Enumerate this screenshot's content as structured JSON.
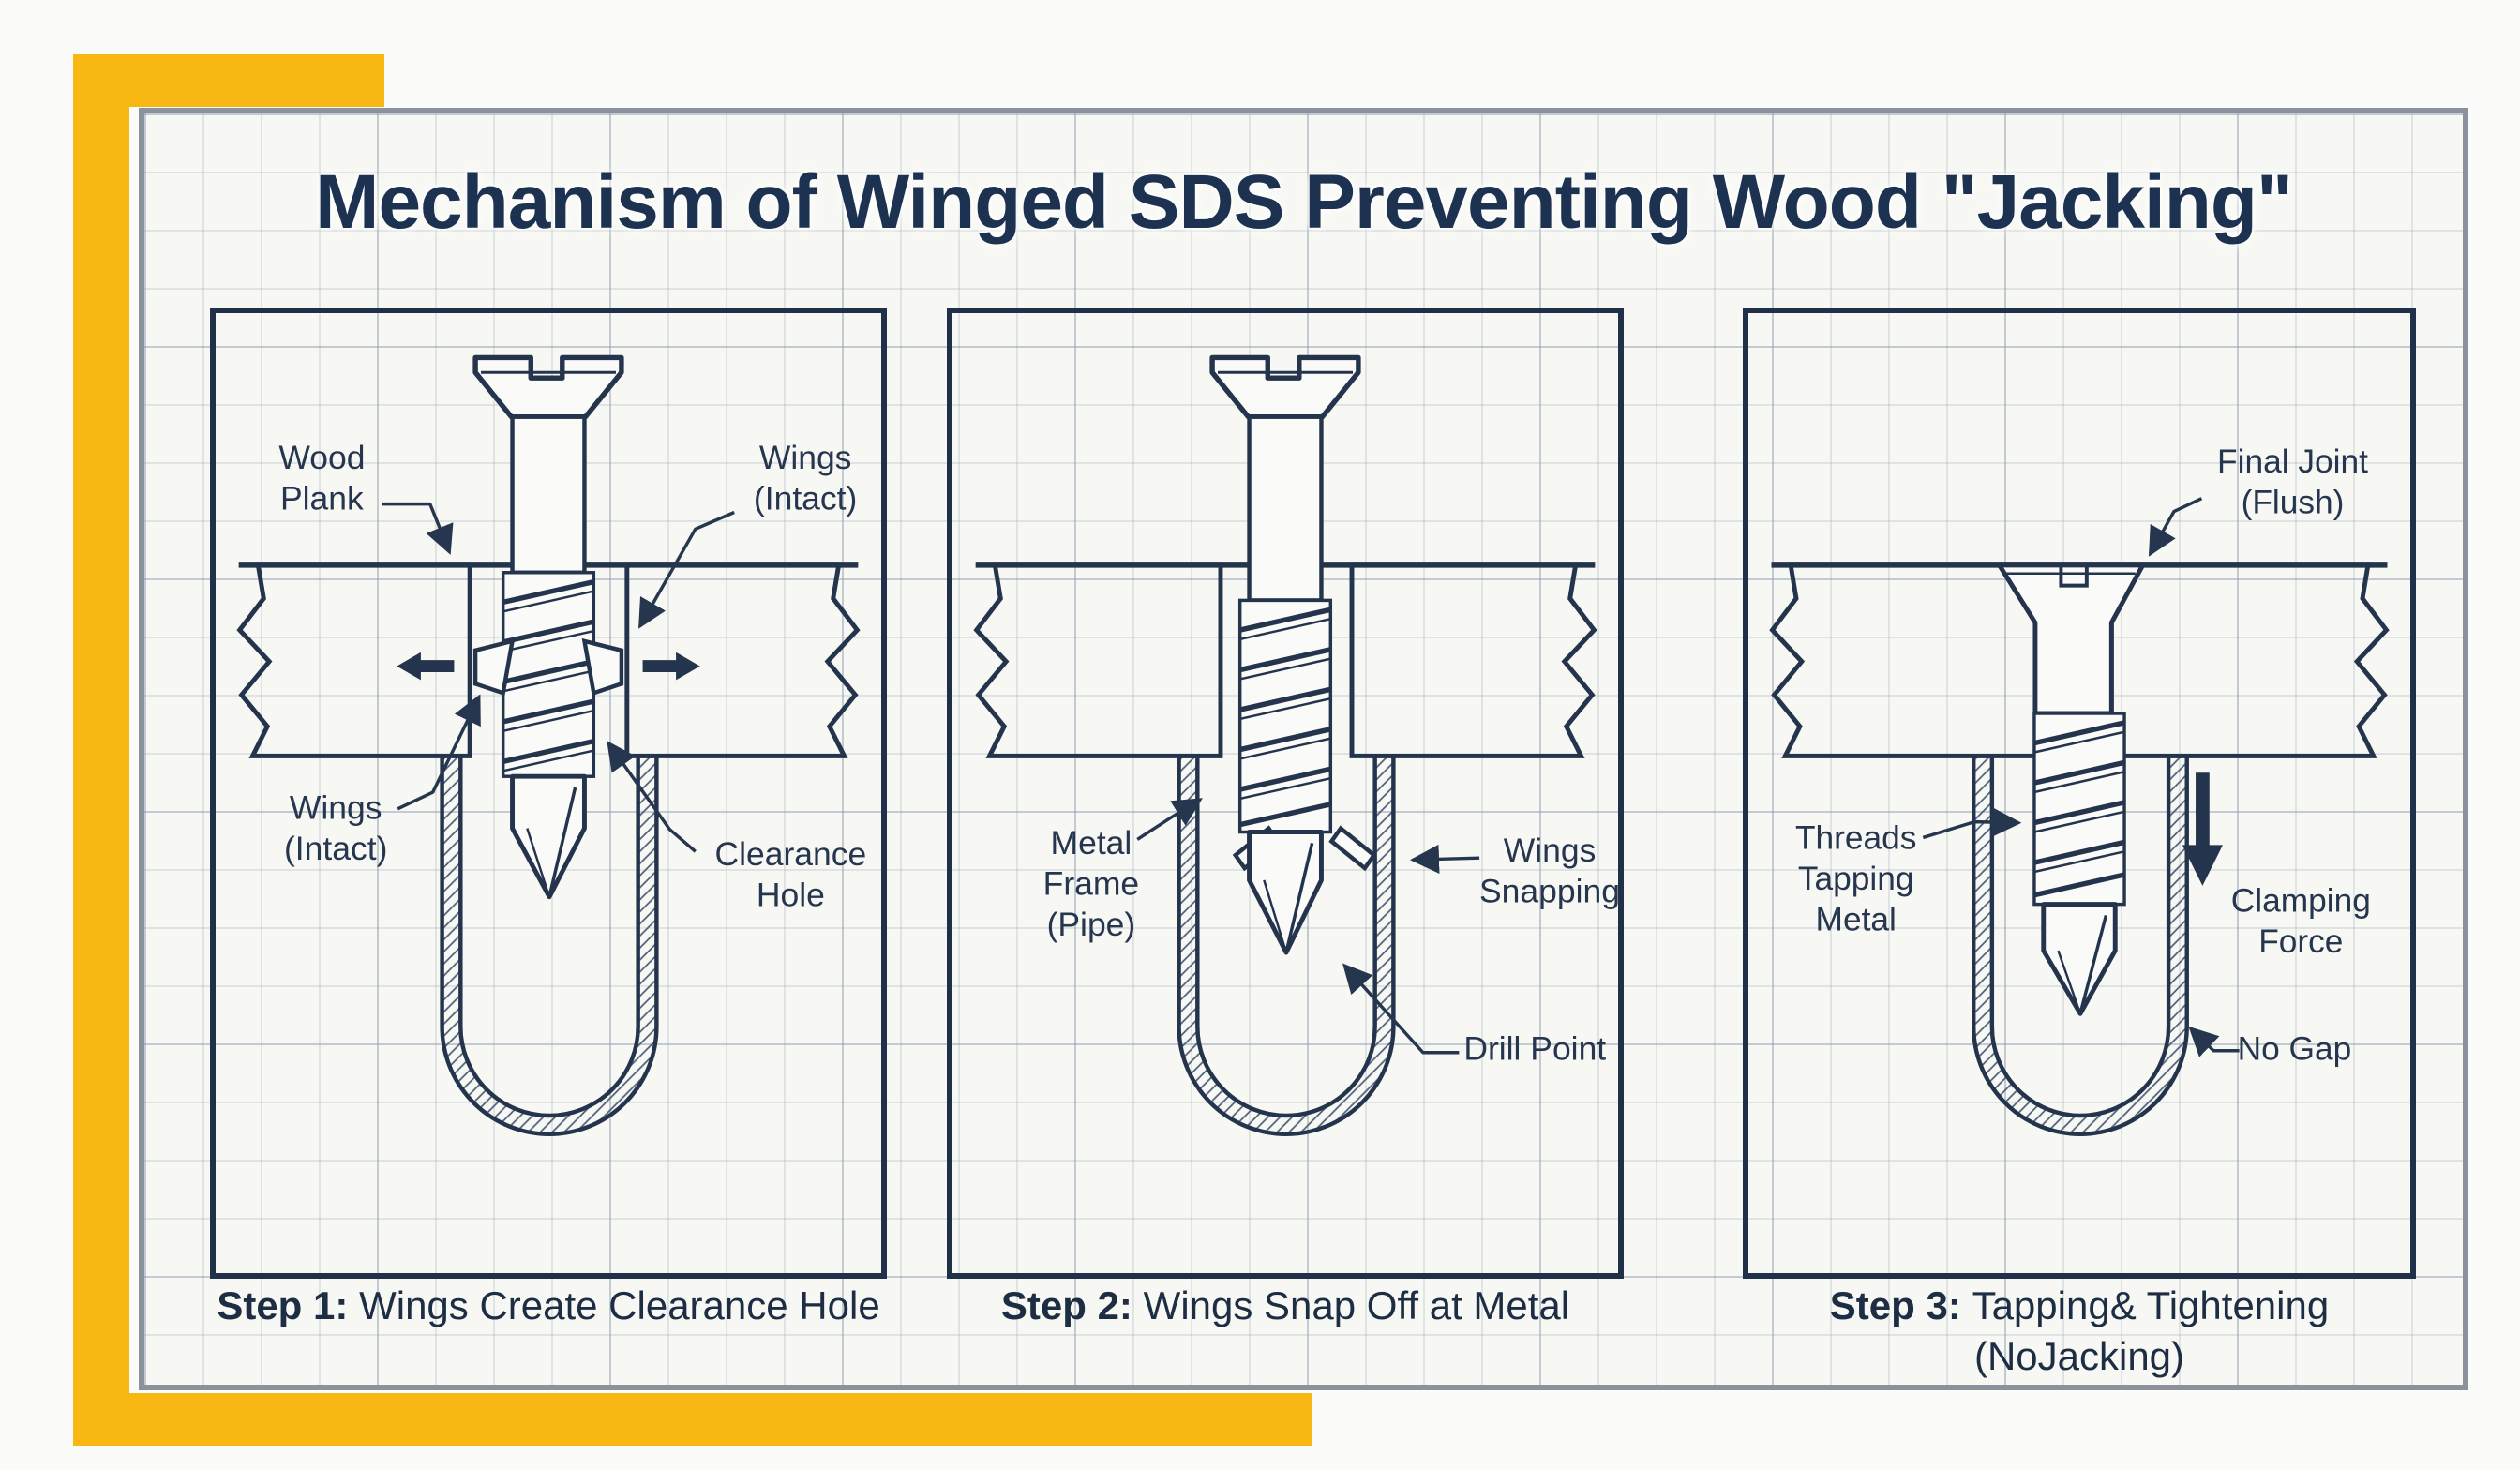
{
  "colors": {
    "accent_yellow": "#F8B712",
    "ink_navy": "#24344c",
    "title_navy": "#1d3150",
    "paper": "#f7f7f3",
    "grid_line": "#8491a8",
    "board_border_gray": "#8b929b"
  },
  "title": "Mechanism of Winged SDS Preventing Wood \"Jacking\"",
  "panels": [
    {
      "caption": {
        "bold": "Step 1:",
        "rest": "Wings Create Clearance Hole"
      },
      "labels": {
        "wood_plank": [
          "Wood",
          "Plank"
        ],
        "wings_top": [
          "Wings",
          "(Intact)"
        ],
        "wings_bottom": [
          "Wings",
          "(Intact)"
        ],
        "clearance": [
          "Clearance",
          "Hole"
        ]
      }
    },
    {
      "caption": {
        "bold": "Step 2:",
        "rest": "Wings Snap Off at Metal"
      },
      "labels": {
        "metal_frame": [
          "Metal",
          "Frame",
          "(Pipe)"
        ],
        "wings_snapping": [
          "Wings",
          "Snapping"
        ],
        "drill_point": [
          "Drill Point"
        ]
      }
    },
    {
      "caption": {
        "bold": "Step 3:",
        "rest": "Tapping& Tightening",
        "line2": "(NoJacking)"
      },
      "labels": {
        "final_joint": [
          "Final Joint",
          "(Flush)"
        ],
        "threads_tapping": [
          "Threads",
          "Tapping",
          "Metal"
        ],
        "clamping_force": [
          "Clamping",
          "Force"
        ],
        "no_gap": [
          "No Gap"
        ]
      }
    }
  ]
}
